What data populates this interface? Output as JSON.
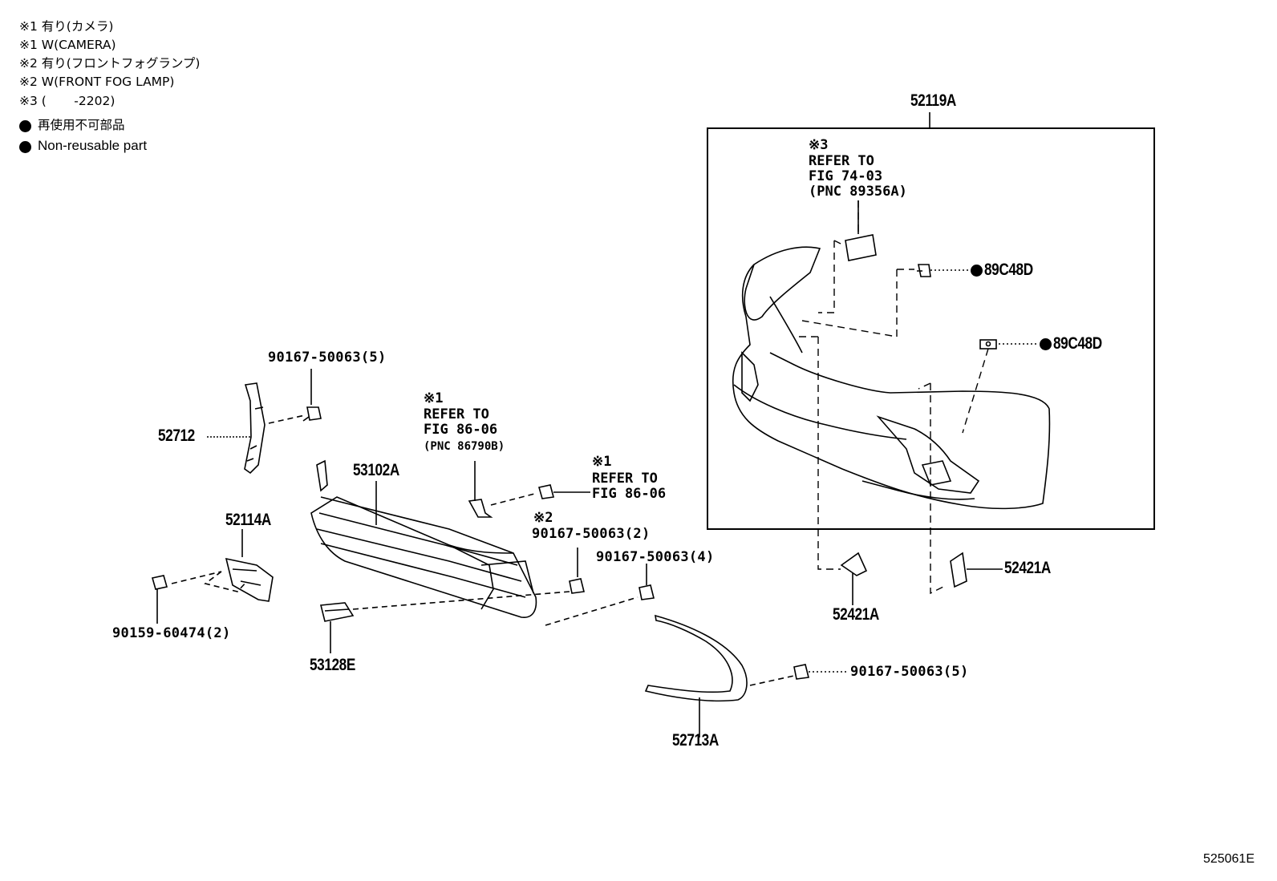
{
  "legend": {
    "l1": "※1 有り(カメラ)",
    "l2": "※1 W(CAMERA)",
    "l3": "※2 有り(フロントフォグランプ)",
    "l4": "※2 W(FRONT FOG LAMP)",
    "l5": "※3 (       -2202)",
    "np_jp": "再使用不可部品",
    "np_en": "Non-reusable part"
  },
  "parts": {
    "p52119A": "52119A",
    "p89C48D_a": "89C48D",
    "p89C48D_b": "89C48D",
    "p52421A_a": "52421A",
    "p52421A_b": "52421A",
    "p52712": "52712",
    "p53102A": "53102A",
    "p52114A": "52114A",
    "p53128E": "53128E",
    "p52713A": "52713A",
    "p90167_top": "90167-50063(5)",
    "p90167_mid2": "90167-50063(2)",
    "p90167_mid4": "90167-50063(4)",
    "p90167_bot": "90167-50063(5)",
    "p90159": "90159-60474(2)"
  },
  "notes": {
    "n3_mark": "※3",
    "n3_l1": "REFER TO",
    "n3_l2": "FIG 74-03",
    "n3_l3": "(PNC 89356A)",
    "n1a_mark": "※1",
    "n1a_l1": "REFER TO",
    "n1a_l2": "FIG 86-06",
    "n1a_l3": "(PNC 86790B)",
    "n1b_mark": "※1",
    "n1b_l1": "REFER TO",
    "n1b_l2": "FIG 86-06",
    "n2_mark": "※2"
  },
  "illustration_number": "525061E",
  "colors": {
    "ink": "#000000",
    "background": "#ffffff"
  }
}
